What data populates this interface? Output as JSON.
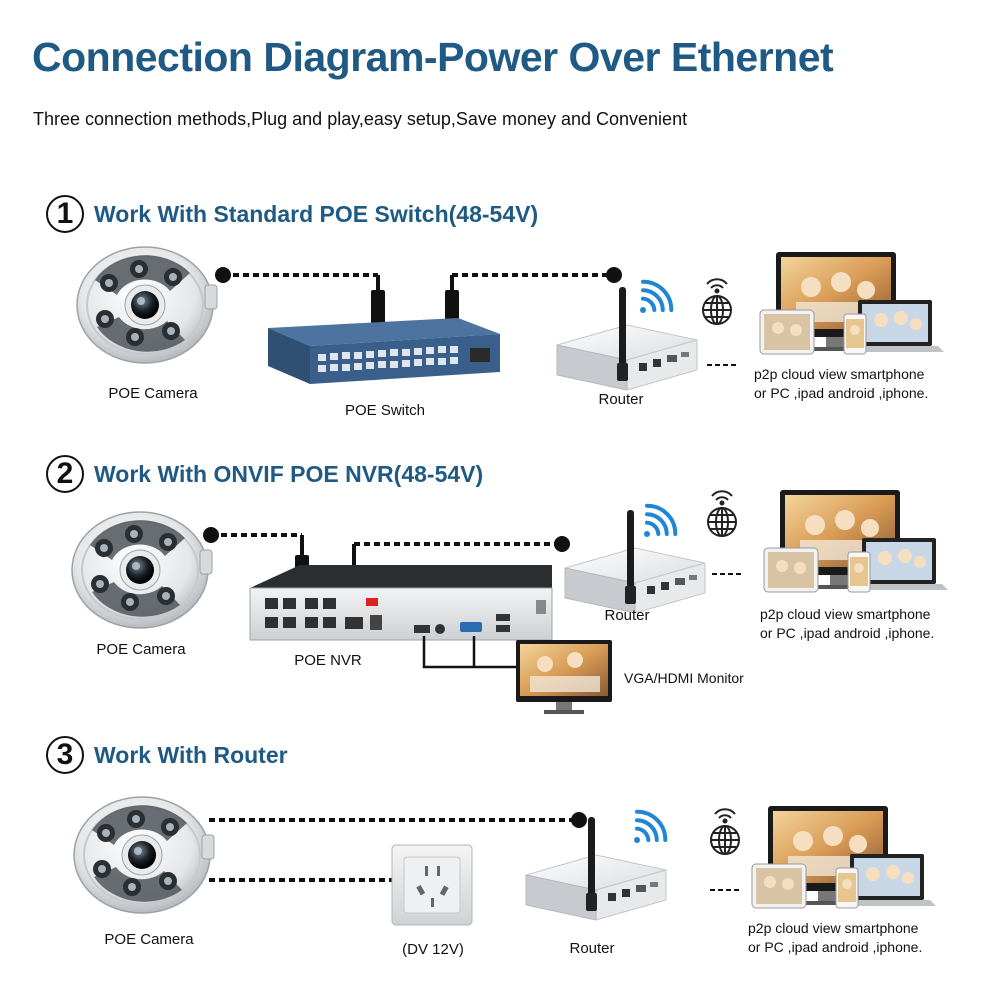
{
  "title": "Connection Diagram-Power Over Ethernet",
  "subtitle": "Three connection methods,Plug and play,easy setup,Save money and Convenient",
  "sections": [
    {
      "number": "1",
      "heading": "Work With Standard POE Switch(48-54V)",
      "labels": {
        "camera": "POE Camera",
        "switch": "POE Switch",
        "router": "Router",
        "cloud_line1": "p2p cloud view smartphone",
        "cloud_line2": "or PC ,ipad android ,iphone."
      }
    },
    {
      "number": "2",
      "heading": "Work With ONVIF POE NVR(48-54V)",
      "labels": {
        "camera": "POE Camera",
        "nvr": "POE NVR",
        "router": "Router",
        "monitor": "VGA/HDMI Monitor",
        "cloud_line1": "p2p cloud view smartphone",
        "cloud_line2": "or PC ,ipad android ,iphone."
      }
    },
    {
      "number": "3",
      "heading": "Work With Router",
      "labels": {
        "camera": "POE Camera",
        "power": "(DV 12V)",
        "router": "Router",
        "cloud_line1": "p2p cloud view smartphone",
        "cloud_line2": "or PC ,ipad android ,iphone."
      }
    }
  ],
  "colors": {
    "heading": "#1e5a83",
    "switch_body": "#3a5f8a",
    "wifi": "#1f86d6"
  }
}
